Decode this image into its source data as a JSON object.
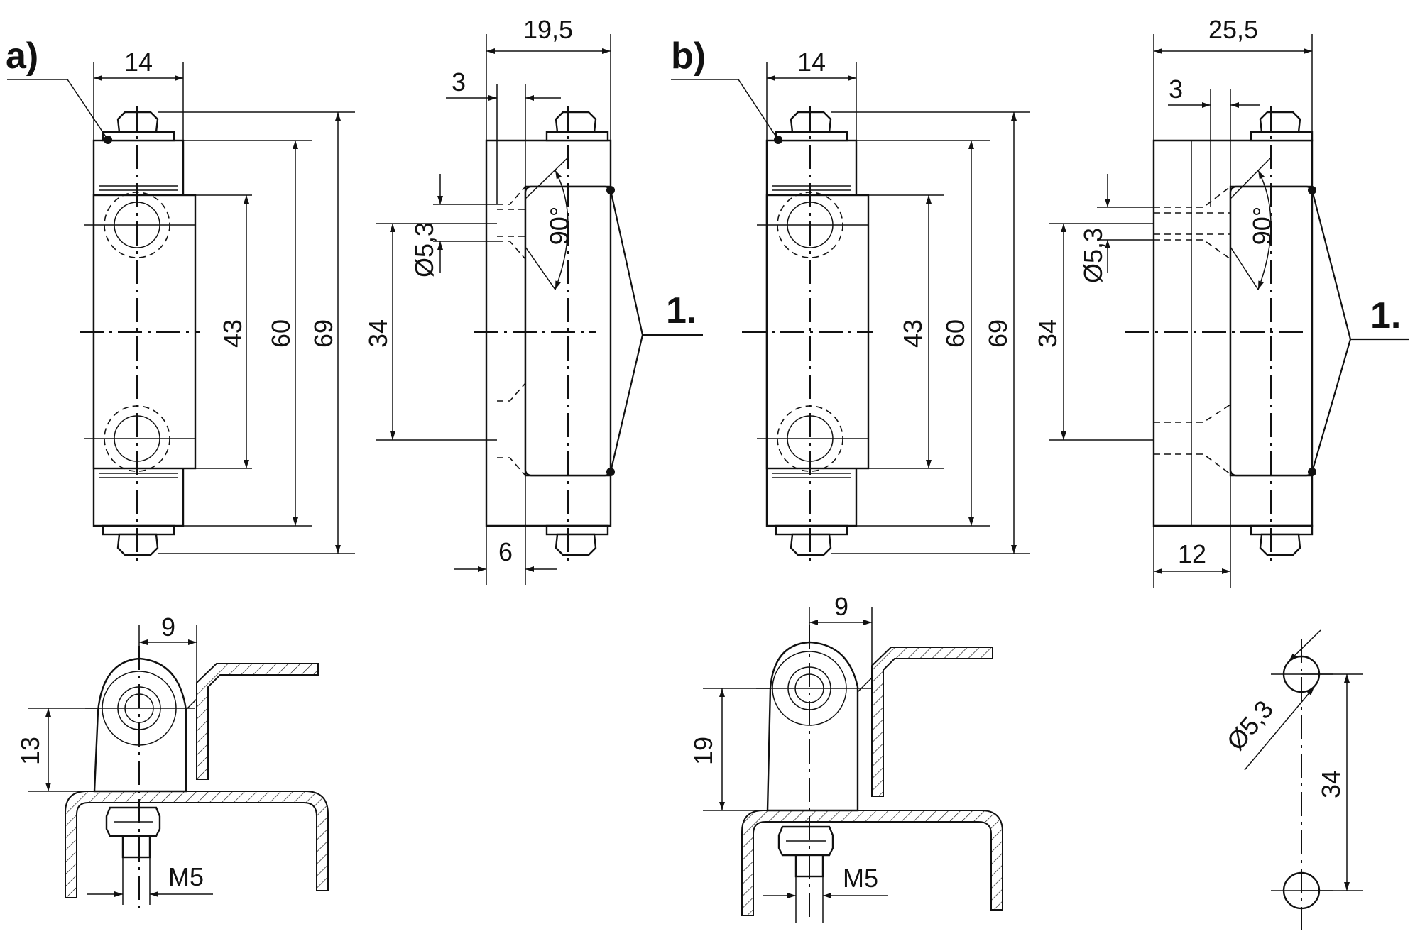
{
  "variant_a_label": "a)",
  "variant_b_label": "b)",
  "callout_label": "1.",
  "dims": {
    "width_14": "14",
    "width_19_5": "19,5",
    "width_25_5": "25,5",
    "offset_3": "3",
    "offset_6": "6",
    "offset_12": "12",
    "spacing_43": "43",
    "height_60": "60",
    "height_69": "69",
    "spacing_34": "34",
    "hole_dia": "Ø5,3",
    "angle_90": "90°",
    "gap_9": "9",
    "height_13": "13",
    "height_19": "19",
    "thread_m5": "M5"
  }
}
